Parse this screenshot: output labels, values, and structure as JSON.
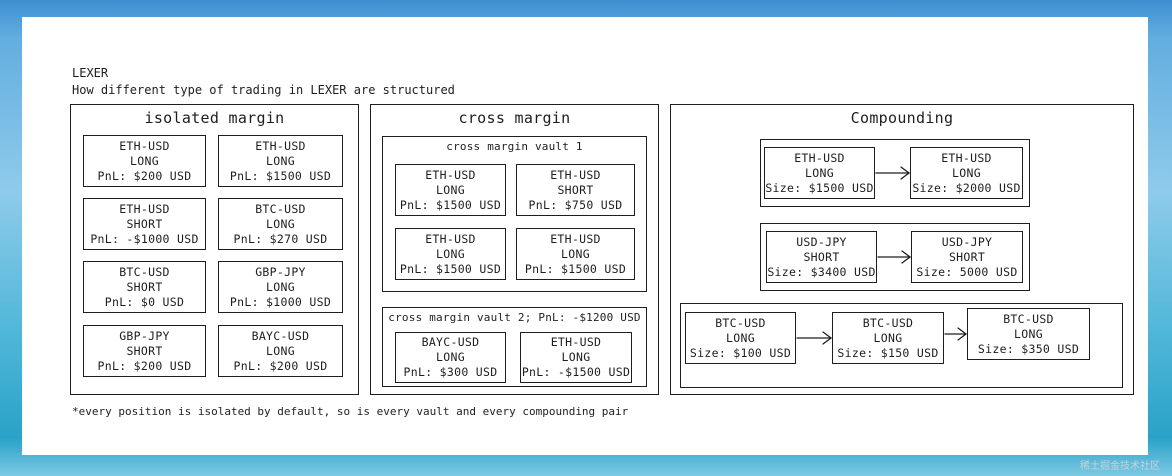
{
  "header": {
    "title": "LEXER",
    "subtitle": "How different type of trading in LEXER are structured"
  },
  "isolated": {
    "title": "isolated margin",
    "cards": [
      {
        "pair": "ETH-USD",
        "side": "LONG",
        "metric": "PnL: $200 USD"
      },
      {
        "pair": "ETH-USD",
        "side": "LONG",
        "metric": "PnL: $1500 USD"
      },
      {
        "pair": "ETH-USD",
        "side": "SHORT",
        "metric": "PnL: -$1000 USD"
      },
      {
        "pair": "BTC-USD",
        "side": "LONG",
        "metric": "PnL: $270 USD"
      },
      {
        "pair": "BTC-USD",
        "side": "SHORT",
        "metric": "PnL: $0 USD"
      },
      {
        "pair": "GBP-JPY",
        "side": "LONG",
        "metric": "PnL: $1000 USD"
      },
      {
        "pair": "GBP-JPY",
        "side": "SHORT",
        "metric": "PnL: $200 USD"
      },
      {
        "pair": "BAYC-USD",
        "side": "LONG",
        "metric": "PnL: $200 USD"
      }
    ]
  },
  "cross": {
    "title": "cross margin",
    "vault1": {
      "title": "cross margin vault 1",
      "cards": [
        {
          "pair": "ETH-USD",
          "side": "LONG",
          "metric": "PnL: $1500 USD"
        },
        {
          "pair": "ETH-USD",
          "side": "SHORT",
          "metric": "PnL: $750 USD"
        },
        {
          "pair": "ETH-USD",
          "side": "LONG",
          "metric": "PnL: $1500 USD"
        },
        {
          "pair": "ETH-USD",
          "side": "LONG",
          "metric": "PnL: $1500 USD"
        }
      ]
    },
    "vault2": {
      "title": "cross margin vault 2; PnL: -$1200 USD",
      "cards": [
        {
          "pair": "BAYC-USD",
          "side": "LONG",
          "metric": "PnL: $300 USD"
        },
        {
          "pair": "ETH-USD",
          "side": "LONG",
          "metric": "PnL: -$1500 USD"
        }
      ]
    }
  },
  "compounding": {
    "title": "Compounding",
    "chain1": [
      {
        "pair": "ETH-USD",
        "side": "LONG",
        "metric": "Size: $1500 USD"
      },
      {
        "pair": "ETH-USD",
        "side": "LONG",
        "metric": "Size: $2000 USD"
      }
    ],
    "chain2": [
      {
        "pair": "USD-JPY",
        "side": "SHORT",
        "metric": "Size: $3400 USD"
      },
      {
        "pair": "USD-JPY",
        "side": "SHORT",
        "metric": "Size: 5000 USD"
      }
    ],
    "chain3": [
      {
        "pair": "BTC-USD",
        "side": "LONG",
        "metric": "Size: $100 USD"
      },
      {
        "pair": "BTC-USD",
        "side": "LONG",
        "metric": "Size: $150 USD"
      },
      {
        "pair": "BTC-USD",
        "side": "LONG",
        "metric": "Size: $350 USD"
      }
    ]
  },
  "footer": "*every position is isolated by default, so is every vault and every compounding pair",
  "watermark": "稀土掘金技术社区"
}
